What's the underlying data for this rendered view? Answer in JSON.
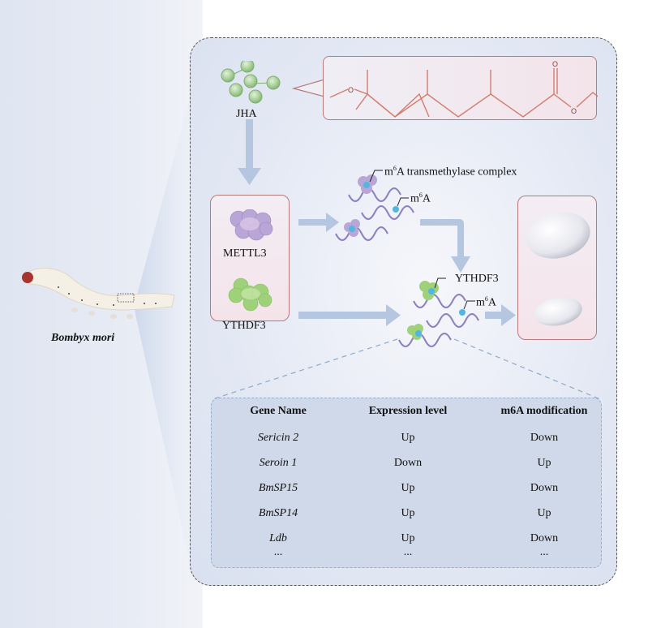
{
  "organism": {
    "label": "Bombyx mori"
  },
  "jha": {
    "label": "JHA",
    "molecule_name": "JHA chemical structure"
  },
  "proteins": [
    {
      "label": "METTL3",
      "color": "#b9a6d6"
    },
    {
      "label": "YTHDF3",
      "color": "#9fd07a"
    }
  ],
  "annotations": {
    "transmethylase": {
      "prefix": "m",
      "sup": "6",
      "suffix": "A transmethylase complex"
    },
    "m6a_1": {
      "prefix": "m",
      "sup": "6",
      "suffix": "A"
    },
    "ythdf3": {
      "label": "YTHDF3"
    },
    "m6a_2": {
      "prefix": "m",
      "sup": "6",
      "suffix": "A"
    }
  },
  "table": {
    "headers": [
      "Gene Name",
      "Expression level",
      "m6A modification"
    ],
    "rows": [
      [
        "Sericin 2",
        "Up",
        "Down"
      ],
      [
        "Seroin 1",
        "Down",
        "Up"
      ],
      [
        "BmSP15",
        "Up",
        "Down"
      ],
      [
        "BmSP14",
        "Up",
        "Up"
      ],
      [
        "Ldb",
        "Up",
        "Down"
      ],
      [
        "...",
        "...",
        "..."
      ]
    ]
  },
  "colors": {
    "arrow": "#b5c6e0",
    "box_border": "#b77a7a",
    "molecule_line": "#d27c6e",
    "jha_green": "#a7cf98",
    "rna_purple": "#8d80c2",
    "m6a_dot": "#4fb7e0"
  }
}
